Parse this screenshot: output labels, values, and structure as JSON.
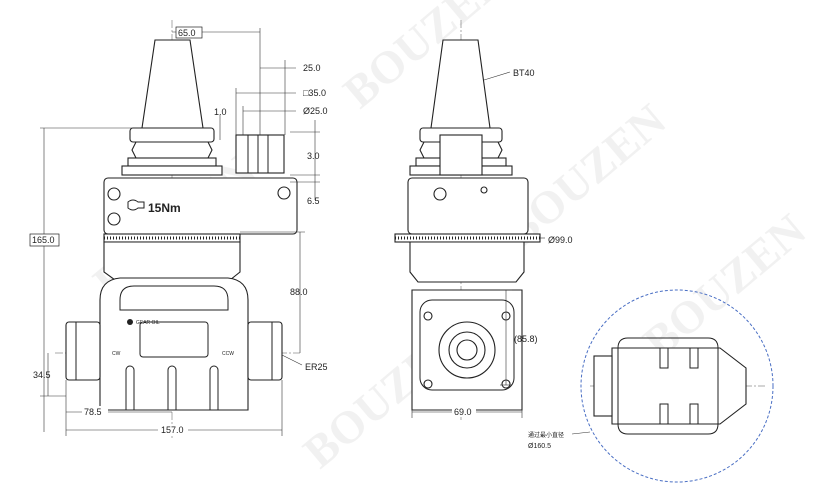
{
  "watermark": "BOUZEN",
  "left_view": {
    "dimensions": {
      "offset": "65.0",
      "top_width": "25.0",
      "square": "□35.0",
      "diameter": "Ø25.0",
      "gap": "1.0",
      "height_3": "3.0",
      "height_6": "6.5",
      "overall_height": "165.0",
      "center_height": "88.0",
      "spindle_height": "34.5",
      "half_length": "78.5",
      "overall_length": "157.0"
    },
    "torque_label": "15Nm",
    "collet_label": "ER25",
    "gear_oil_label": "GEAR OIL",
    "rotation_left": "CW",
    "rotation_right": "CCW"
  },
  "front_view": {
    "taper_label": "BT40",
    "ring_diameter": "Ø99.0",
    "head_height": "(85.8)",
    "head_width": "69.0"
  },
  "bottom_view": {
    "clearance_label": "通过最小直径",
    "clearance_diameter": "Ø160.5",
    "circle_color": "#4a6fc4"
  }
}
